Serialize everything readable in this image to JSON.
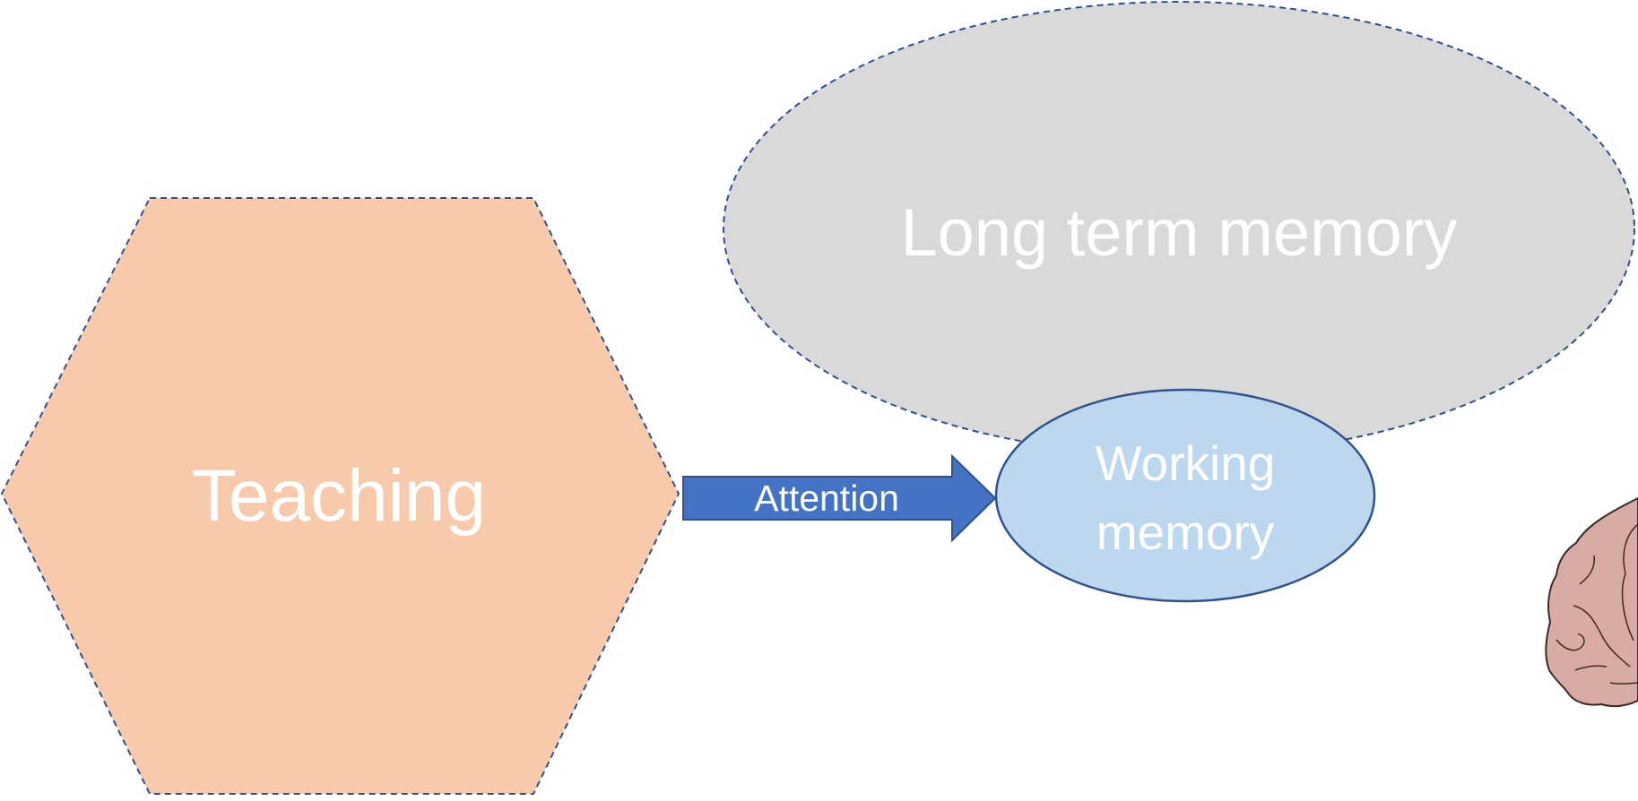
{
  "diagram": {
    "teaching": {
      "label": "Teaching",
      "fill": "#F7CAAC",
      "border": "#2F4F8F",
      "text_color": "#FFFFFF"
    },
    "attention": {
      "label": "Attention",
      "fill": "#4472C4",
      "border": "#2F528F",
      "text_color": "#FFFFFF"
    },
    "long_term_memory": {
      "label": "Long term memory",
      "fill": "#D9D9D9",
      "border": "#2F4F8F",
      "text_color": "#FFFFFF"
    },
    "working_memory": {
      "line1": "Working",
      "line2": "memory",
      "fill": "#BDD7EE",
      "border": "#2F528F",
      "text_color": "#FFFFFF"
    },
    "brain": {
      "icon": "brain-icon",
      "fill": "#D9ABA4",
      "stroke": "#3A2A28"
    }
  }
}
